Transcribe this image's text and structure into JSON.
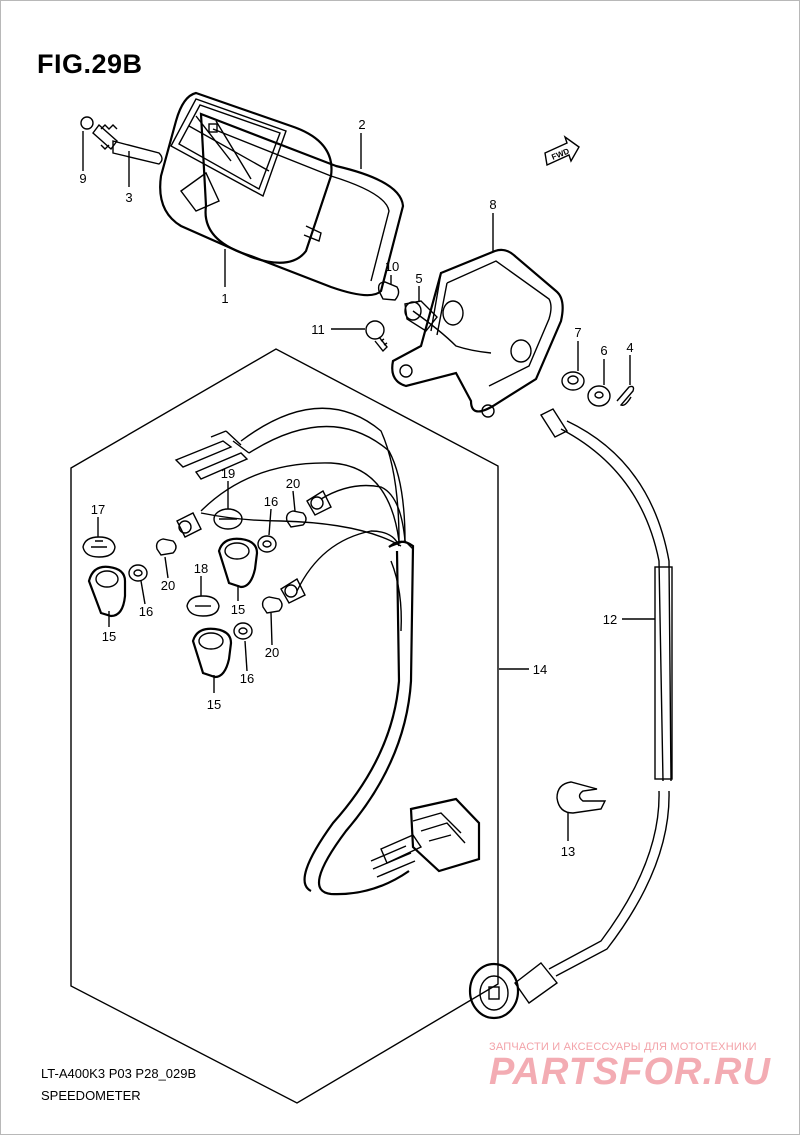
{
  "figure": {
    "title": "FIG.29B",
    "model_code": "LT-A400K3 P03 P28_029B",
    "section_name": "SPEEDOMETER",
    "direction_arrow": "FWD"
  },
  "watermark": {
    "caption": "ЗАПЧАСТИ И АКСЕССУАРЫ ДЛЯ МОТОТЕХНИКИ",
    "logo": "PARTSFOR.RU"
  },
  "callouts": [
    {
      "id": "c1",
      "label": "1"
    },
    {
      "id": "c2",
      "label": "2"
    },
    {
      "id": "c3",
      "label": "3"
    },
    {
      "id": "c4",
      "label": "4"
    },
    {
      "id": "c5",
      "label": "5"
    },
    {
      "id": "c6",
      "label": "6"
    },
    {
      "id": "c7",
      "label": "7"
    },
    {
      "id": "c8",
      "label": "8"
    },
    {
      "id": "c9",
      "label": "9"
    },
    {
      "id": "c10",
      "label": "10"
    },
    {
      "id": "c11",
      "label": "11"
    },
    {
      "id": "c12",
      "label": "12"
    },
    {
      "id": "c13",
      "label": "13"
    },
    {
      "id": "c14",
      "label": "14"
    },
    {
      "id": "c15a",
      "label": "15"
    },
    {
      "id": "c15b",
      "label": "15"
    },
    {
      "id": "c15c",
      "label": "15"
    },
    {
      "id": "c16a",
      "label": "16"
    },
    {
      "id": "c16b",
      "label": "16"
    },
    {
      "id": "c16c",
      "label": "16"
    },
    {
      "id": "c17",
      "label": "17"
    },
    {
      "id": "c18",
      "label": "18"
    },
    {
      "id": "c19",
      "label": "19"
    },
    {
      "id": "c20a",
      "label": "20"
    },
    {
      "id": "c20b",
      "label": "20"
    },
    {
      "id": "c20c",
      "label": "20"
    }
  ],
  "accent_colors": {
    "line": "#000000",
    "watermark": "#f29ea6"
  }
}
